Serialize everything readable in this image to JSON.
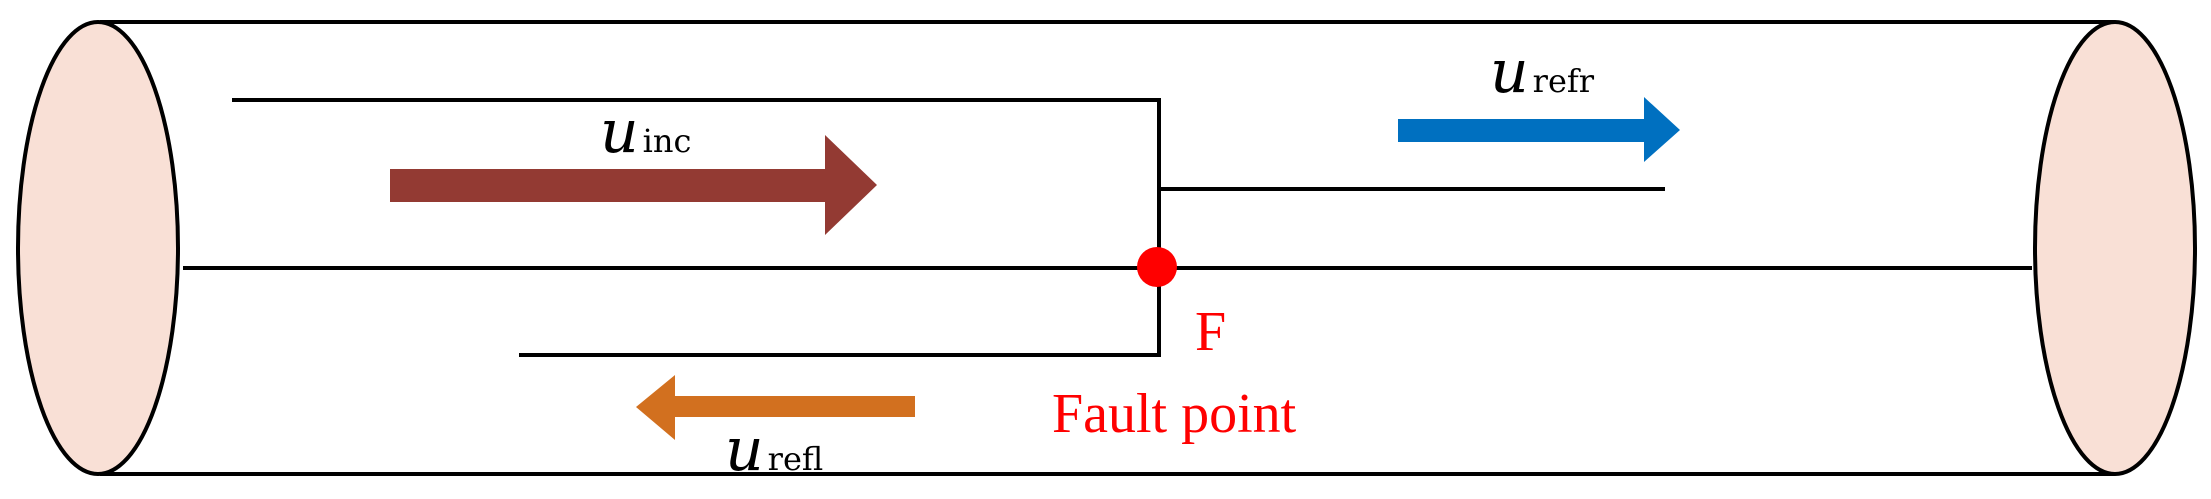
{
  "colors": {
    "background": "#ffffff",
    "line": "#000000",
    "cable_end_fill": "#f9e0d6",
    "incident_arrow": "#933a33",
    "refracted_arrow": "#0070c0",
    "reflected_arrow": "#d2701f",
    "fault": "#ff0000"
  },
  "labels": {
    "incident_main": "u",
    "incident_sub": "inc",
    "refracted_main": "u",
    "refracted_sub": "refr",
    "reflected_main": "u",
    "reflected_sub": "refl",
    "fault_letter": "F",
    "fault_caption": "Fault point"
  },
  "icons": {
    "incident_arrow": "arrow-right-icon",
    "refracted_arrow": "arrow-right-icon",
    "reflected_arrow": "arrow-left-icon",
    "fault_marker": "dot-icon"
  }
}
